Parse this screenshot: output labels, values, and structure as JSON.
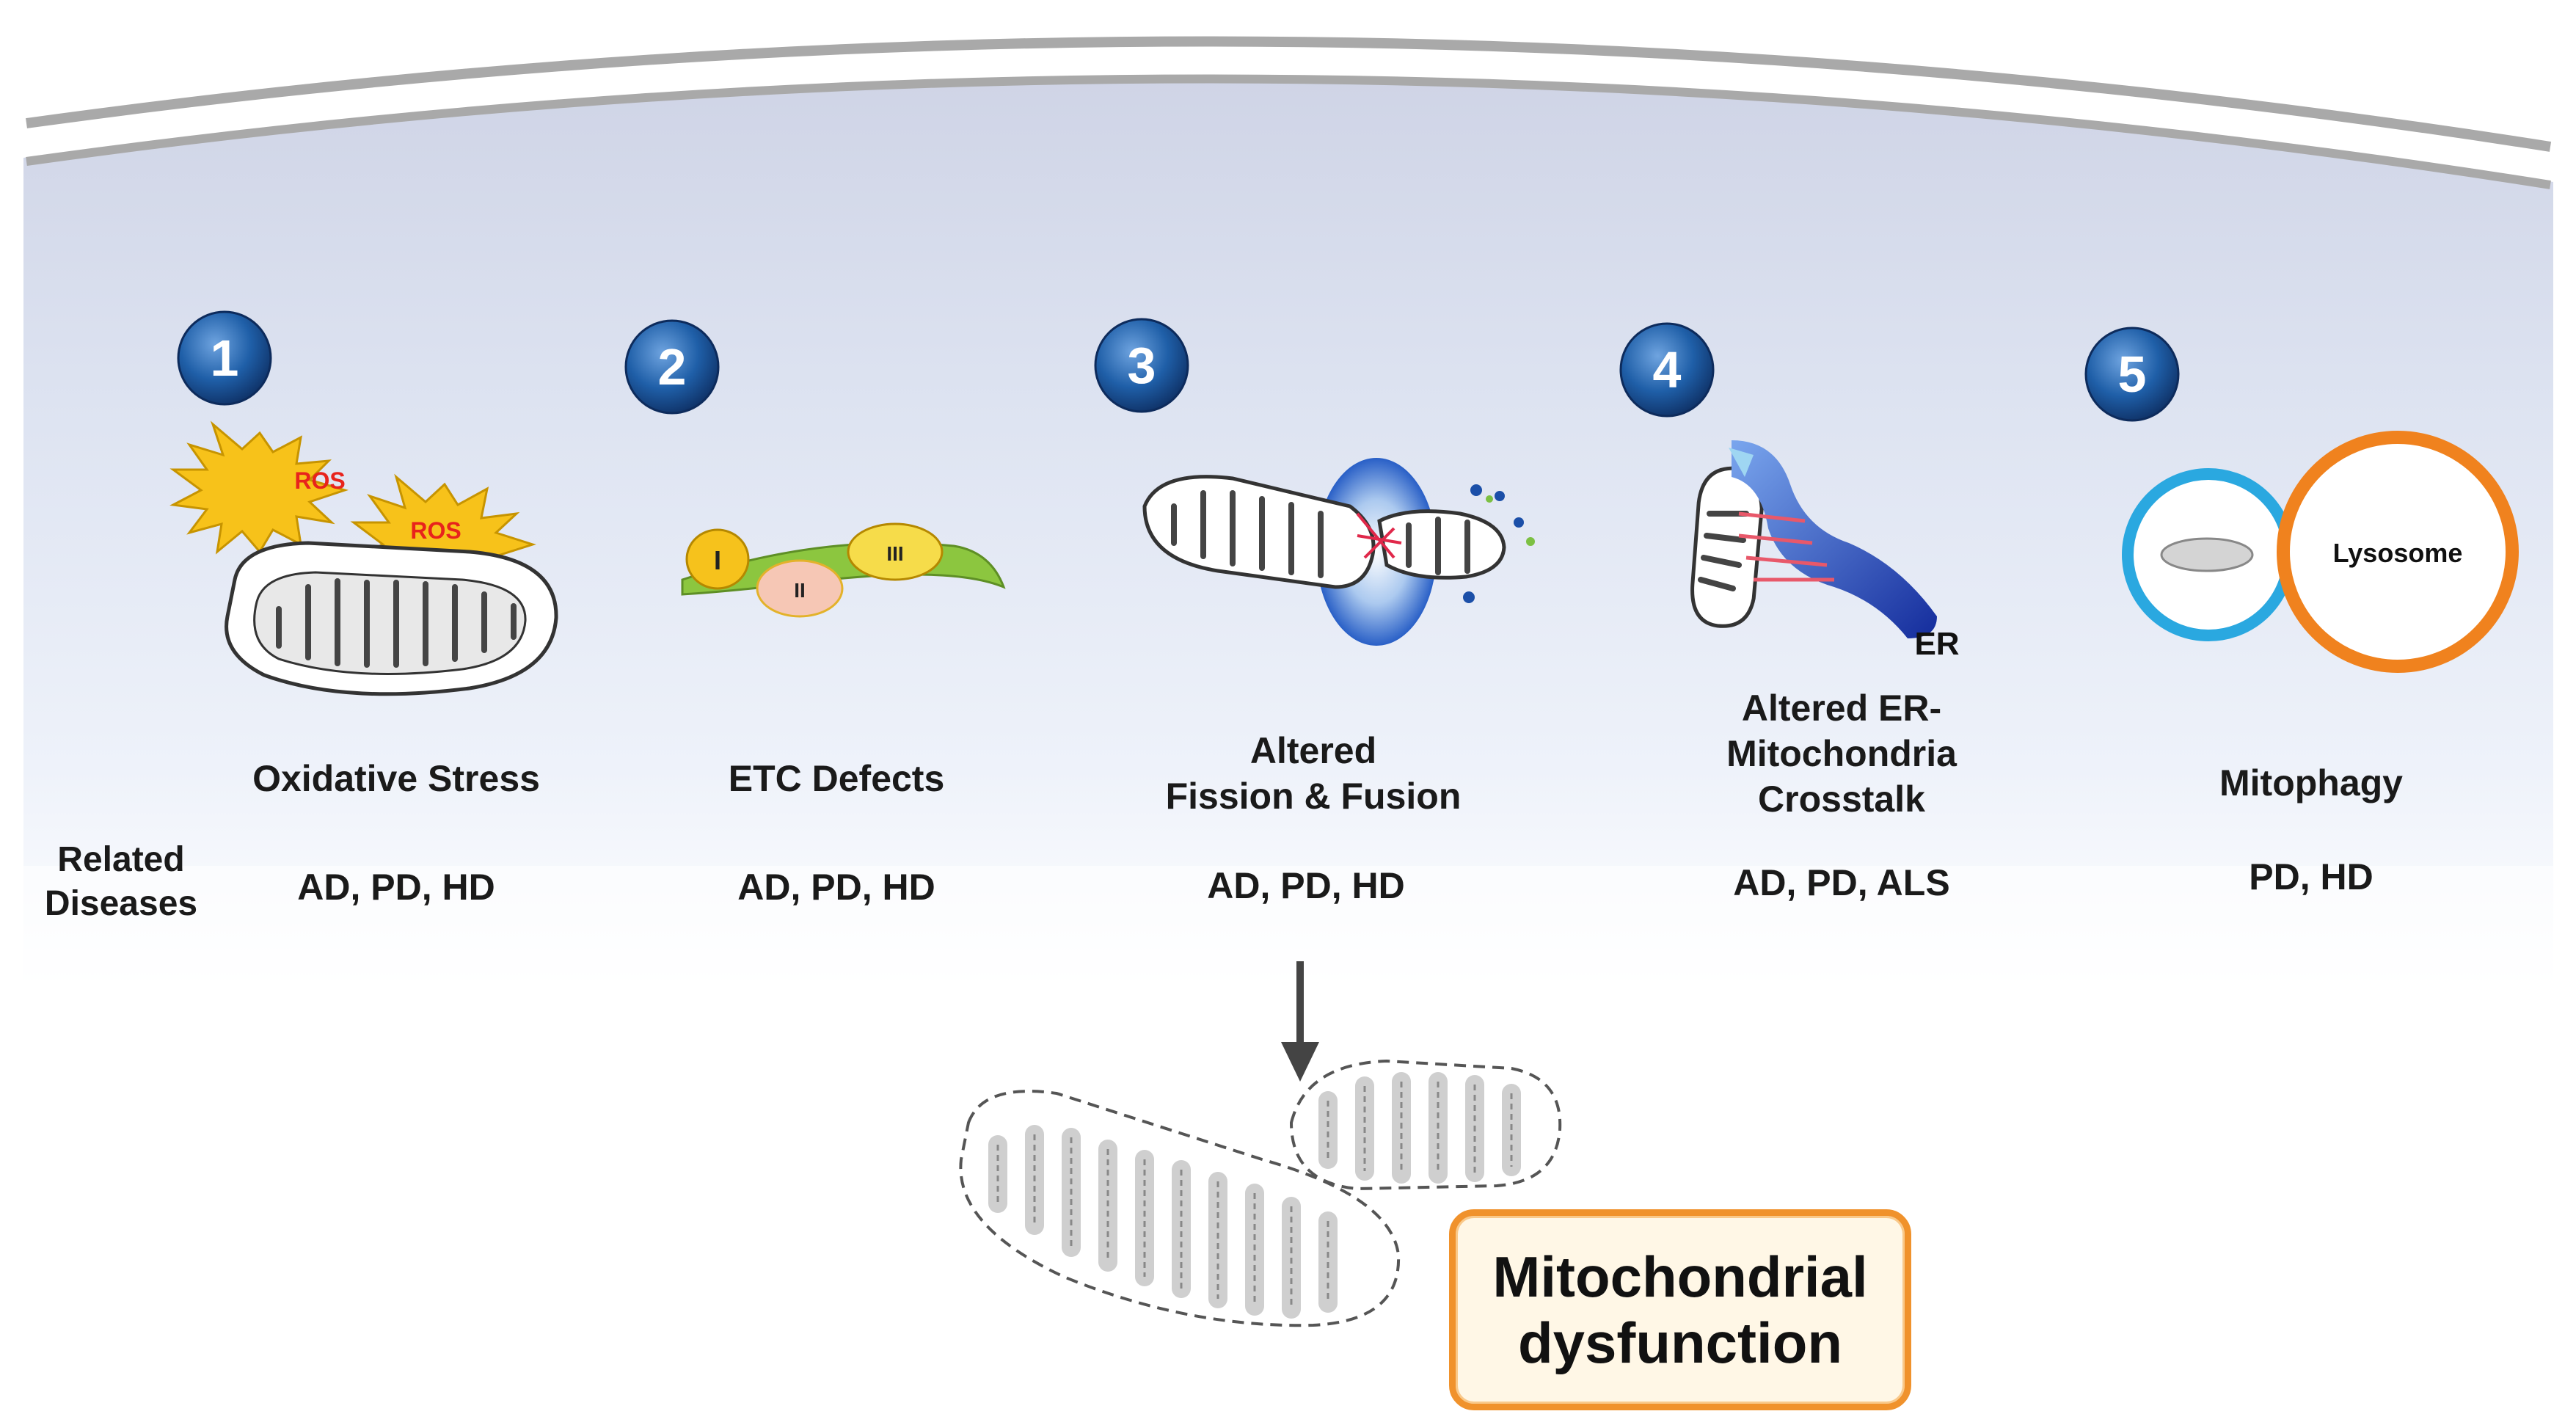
{
  "mechanisms": [
    {
      "number": "1",
      "title": "Oxidative Stress",
      "diseases": "AD, PD, HD",
      "ros_label": "ROS"
    },
    {
      "number": "2",
      "title": "ETC Defects",
      "diseases": "AD, PD, HD",
      "complexes": [
        "I",
        "II",
        "III"
      ]
    },
    {
      "number": "3",
      "title_line1": "Altered",
      "title_line2": "Fission & Fusion",
      "diseases": "AD, PD, HD"
    },
    {
      "number": "4",
      "title_line1": "Altered ER-",
      "title_line2": "Mitochondria",
      "title_line3": "Crosstalk",
      "diseases": "AD, PD, ALS",
      "er_label": "ER"
    },
    {
      "number": "5",
      "title": "Mitophagy",
      "diseases": "PD, HD",
      "lysosome_label": "Lysosome"
    }
  ],
  "related_label_line1": "Related",
  "related_label_line2": "Diseases",
  "outcome_line1": "Mitochondrial",
  "outcome_line2": "dysfunction",
  "colors": {
    "badge": "#1f5fa8",
    "ros_star": "#f7c21a",
    "ros_text": "#e8231c",
    "membrane": "#8cc63f",
    "lysosome": "#f0821e",
    "autophagosome": "#2aa8e0",
    "outcome_border": "#f0922c"
  }
}
